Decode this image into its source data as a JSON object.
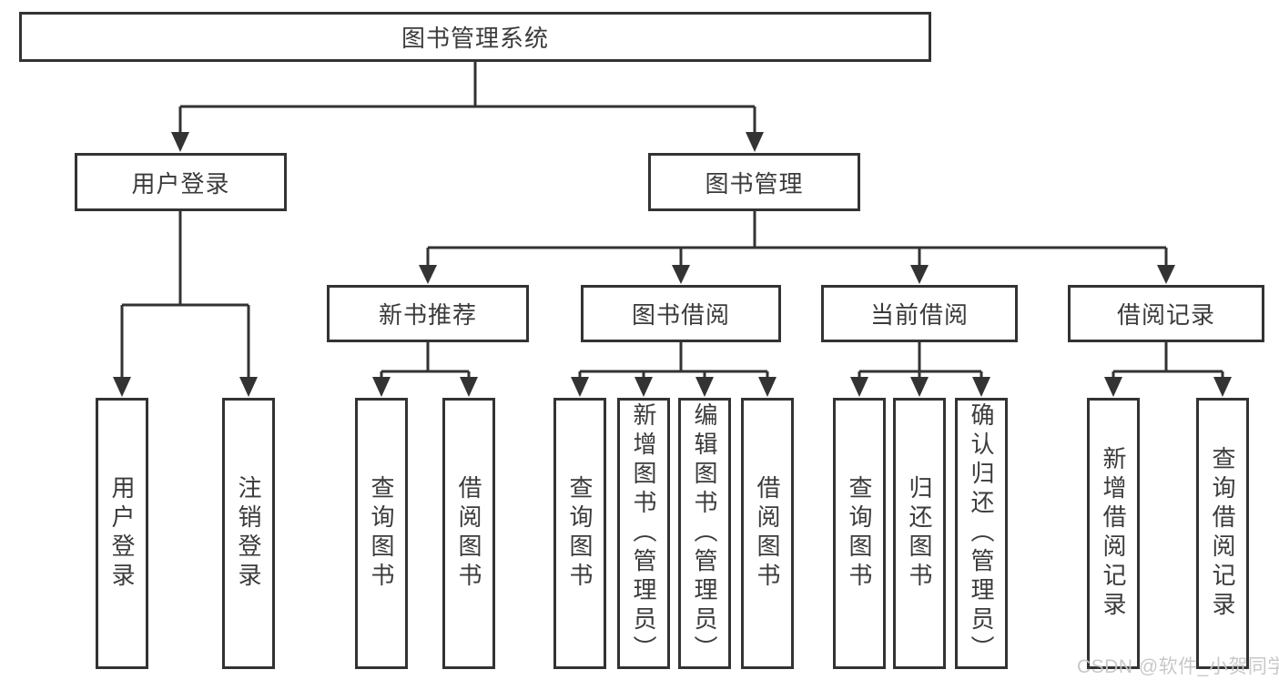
{
  "tree": {
    "label": "图书管理系统",
    "children": [
      {
        "label": "用户登录",
        "children": [
          {
            "label": "用户登录"
          },
          {
            "label": "注销登录"
          }
        ]
      },
      {
        "label": "图书管理",
        "children": [
          {
            "label": "新书推荐",
            "children": [
              {
                "label": "查询图书"
              },
              {
                "label": "借阅图书"
              }
            ]
          },
          {
            "label": "图书借阅",
            "children": [
              {
                "label": "查询图书"
              },
              {
                "label": "新增图书（管理员）"
              },
              {
                "label": "编辑图书（管理员）"
              },
              {
                "label": "借阅图书"
              }
            ]
          },
          {
            "label": "当前借阅",
            "children": [
              {
                "label": "查询图书"
              },
              {
                "label": "归还图书"
              },
              {
                "label": "确认归还（管理员）"
              }
            ]
          },
          {
            "label": "借阅记录",
            "children": [
              {
                "label": "新增借阅记录"
              },
              {
                "label": "查询借阅记录"
              }
            ]
          }
        ]
      }
    ]
  },
  "watermark": "CSDN @软件_小贺同学",
  "colors": {
    "line": "#333333",
    "text": "#3b3b3b",
    "watermark": "#c6c6c6",
    "background": "#ffffff"
  }
}
